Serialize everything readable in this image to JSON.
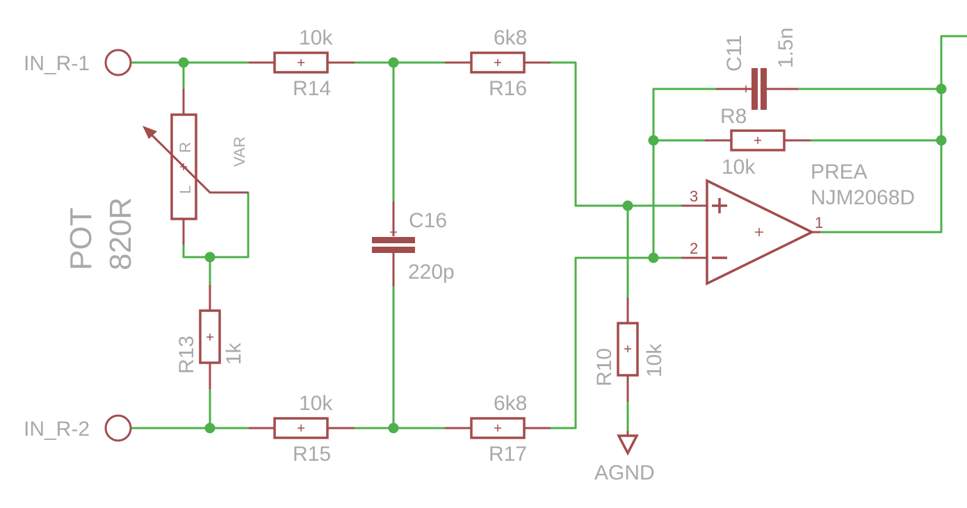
{
  "ports": {
    "in1": "IN_R-1",
    "in2": "IN_R-2"
  },
  "pot": {
    "label": "POT",
    "value": "820R",
    "var": "VAR",
    "pin_l": "L",
    "pin_r": "R"
  },
  "r13": {
    "name": "R13",
    "value": "1k"
  },
  "r14": {
    "name": "R14",
    "value": "10k"
  },
  "r15": {
    "name": "R15",
    "value": "10k"
  },
  "r16": {
    "name": "R16",
    "value": "6k8"
  },
  "r17": {
    "name": "R17",
    "value": "6k8"
  },
  "r8": {
    "name": "R8",
    "value": "10k"
  },
  "r10": {
    "name": "R10",
    "value": "10k"
  },
  "c16": {
    "name": "C16",
    "value": "220p"
  },
  "c11": {
    "name": "C11",
    "value": "1.5n"
  },
  "opamp": {
    "name": "PREA",
    "part": "NJM2068D",
    "pin_plus": "3",
    "pin_minus": "2",
    "pin_out": "1"
  },
  "ground": {
    "label": "AGND"
  },
  "colors": {
    "wire": "#4db04a",
    "component": "#a34c4c",
    "text": "#a9a9a9"
  }
}
